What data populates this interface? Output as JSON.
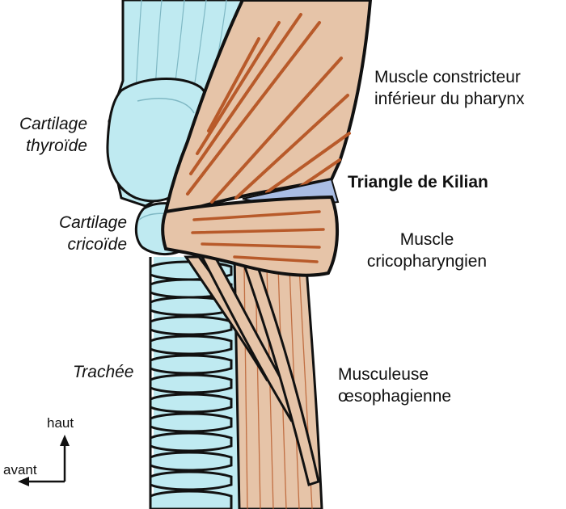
{
  "labels": {
    "thyroid": [
      "Cartilage",
      "thyroïde"
    ],
    "cricoid": [
      "Cartilage",
      "cricoïde"
    ],
    "trachea": "Trachée",
    "constrictor": [
      "Muscle constricteur",
      "inférieur du pharynx"
    ],
    "kilian": "Triangle de Kilian",
    "cricopharyngeus": [
      "Muscle",
      "cricopharyngien"
    ],
    "esophagus": [
      "Musculeuse",
      "œsophagienne"
    ]
  },
  "orientation": {
    "up": "haut",
    "forward": "avant"
  },
  "colors": {
    "cartilage": "#bfeaf1",
    "muscle": "#e6c4a8",
    "muscle_fiber": "#b85a2a",
    "kilian": "#a9bde4",
    "outline": "#111111"
  }
}
